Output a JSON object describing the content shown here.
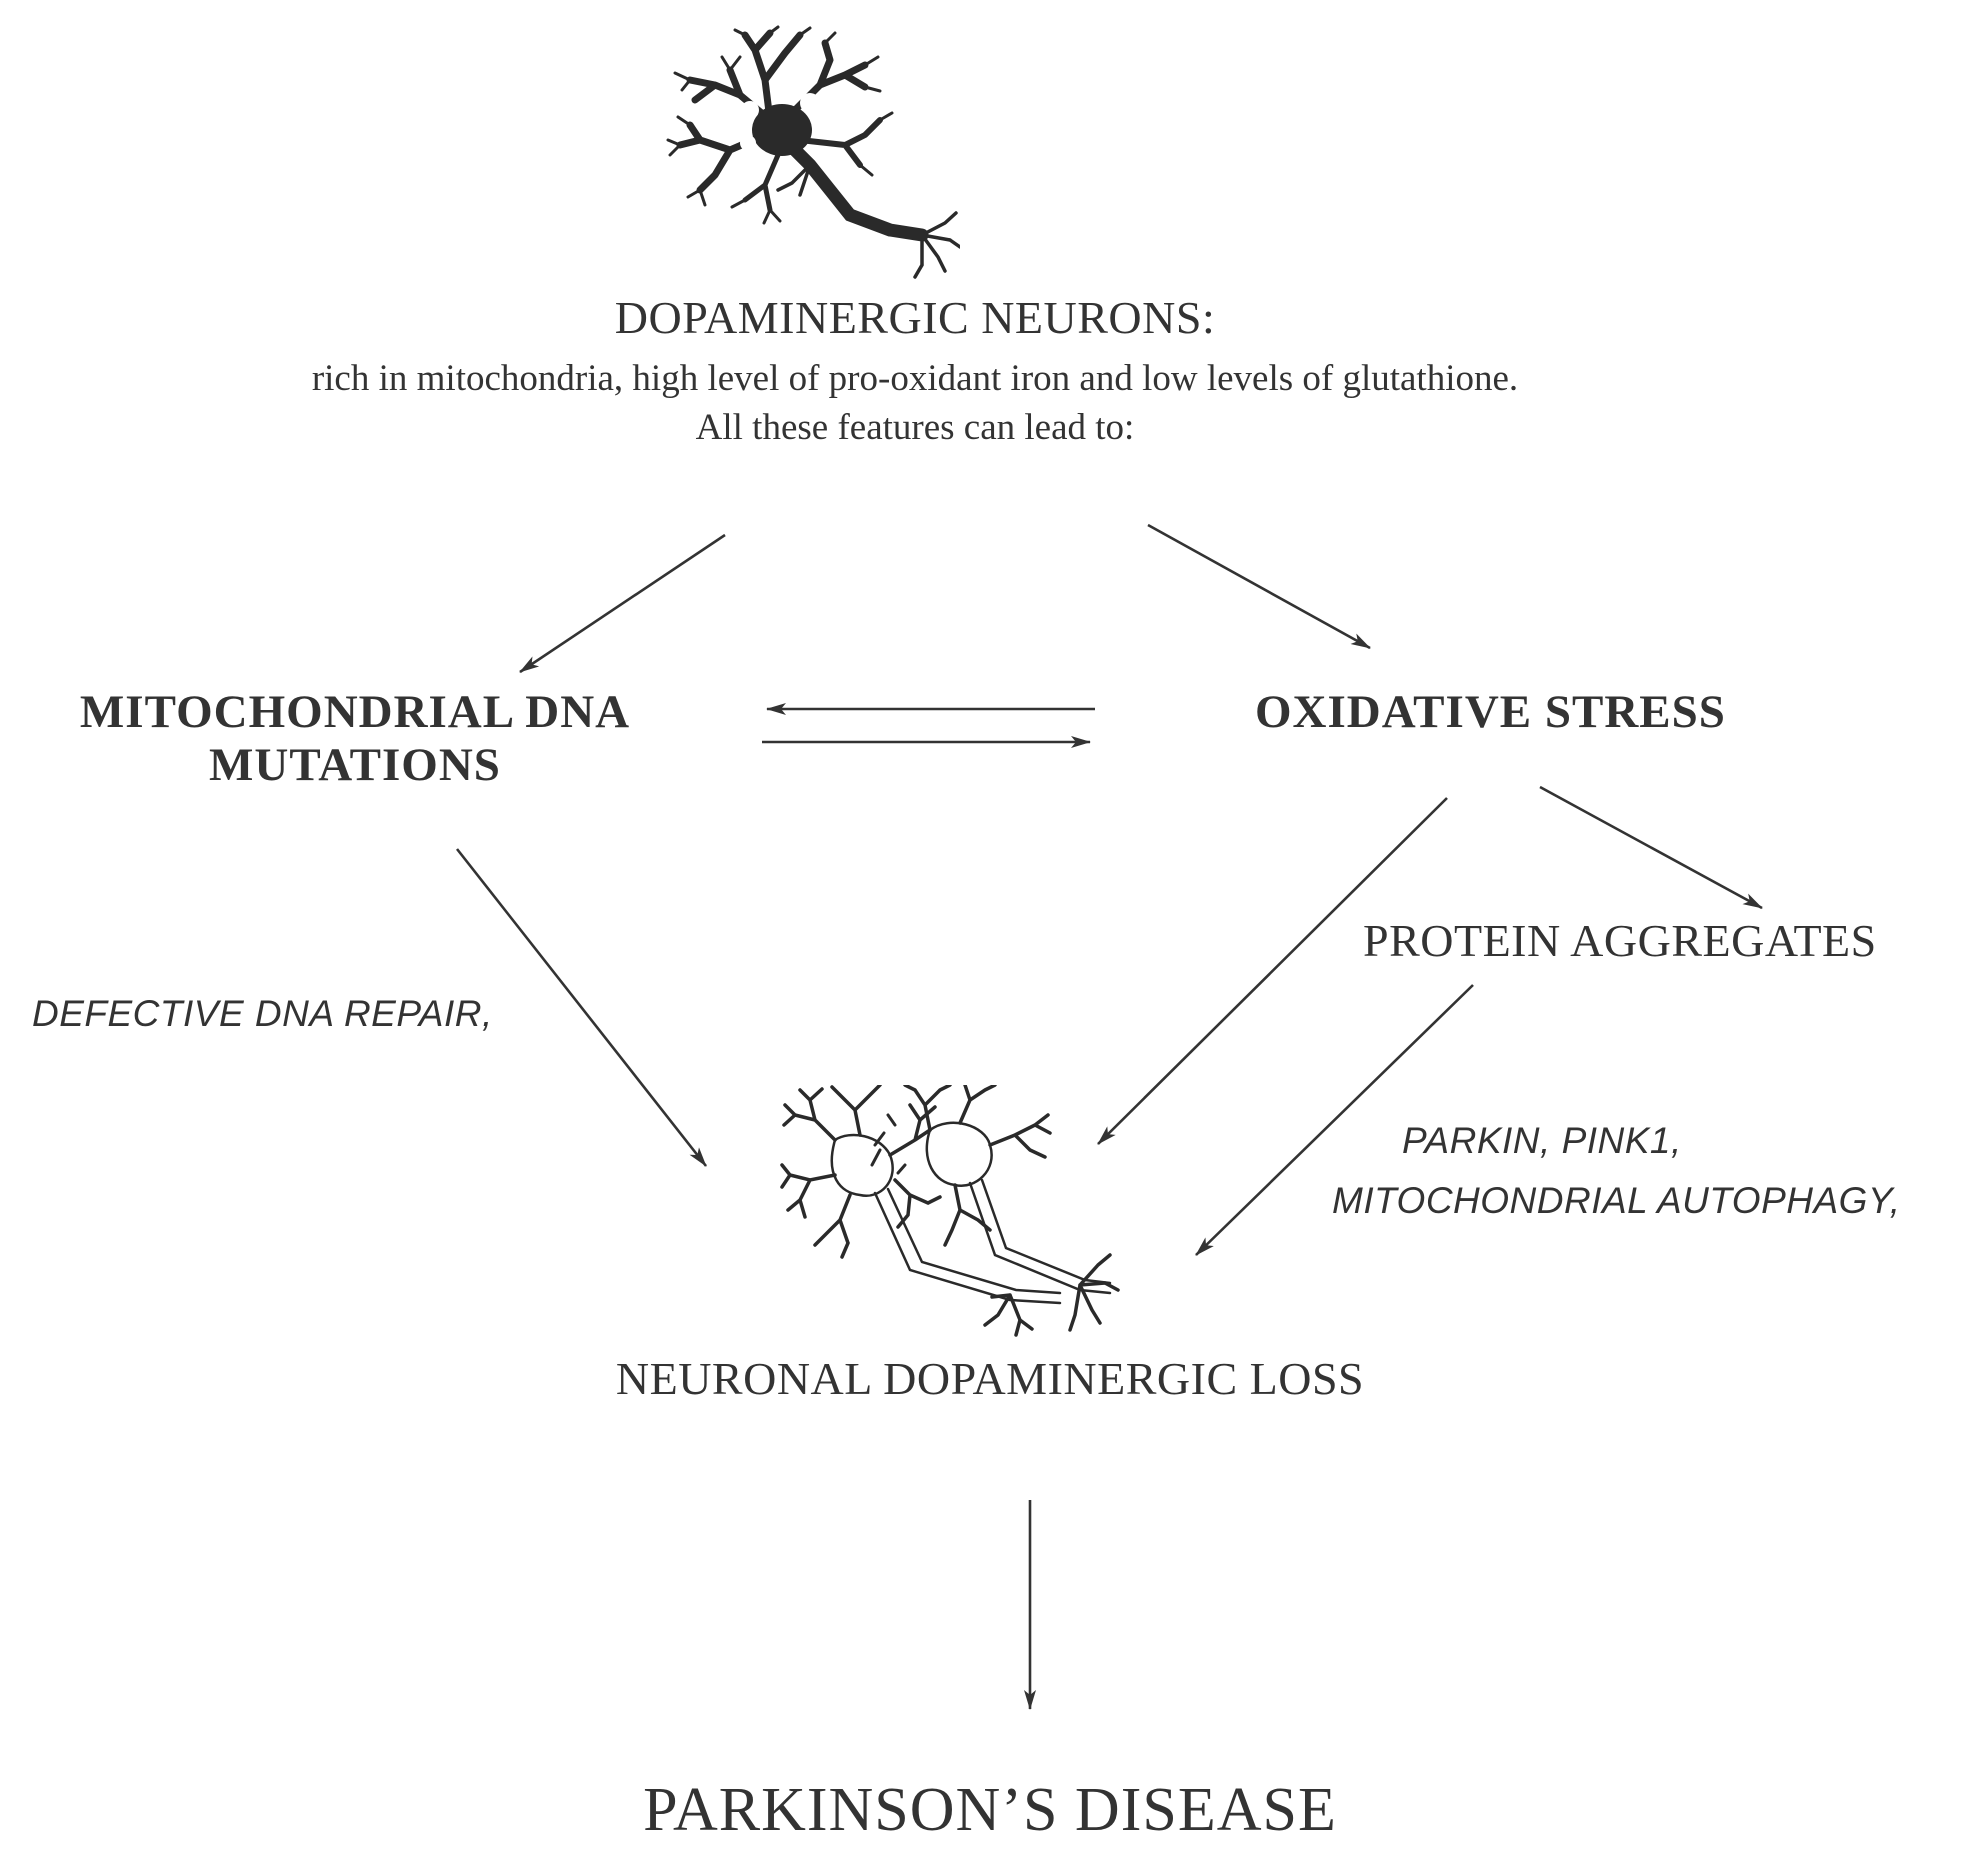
{
  "diagram": {
    "top_title": "DOPAMINERGIC NEURONS:",
    "top_desc_line1": "rich in mitochondria, high level of pro-oxidant iron and low levels of glutathione.",
    "top_desc_line2": "All these features can lead to:",
    "mito_line1": "MITOCHONDRIAL DNA",
    "mito_line2": "MUTATIONS",
    "oxidative": "OXIDATIVE STRESS",
    "protein": "PROTEIN AGGREGATES",
    "defective": "DEFECTIVE DNA REPAIR,",
    "parkin_line1": "PARKIN, PINK1,",
    "parkin_line2": "MITOCHONDRIAL AUTOPHAGY,",
    "loss": "NEURONAL DOPAMINERGIC LOSS",
    "disease": "PARKINSON’S DISEASE"
  },
  "colors": {
    "ink": "#333333",
    "text": "#333333",
    "background": "#ffffff"
  },
  "icons": [
    "healthy-neuron-icon",
    "degenerating-neurons-icon"
  ]
}
